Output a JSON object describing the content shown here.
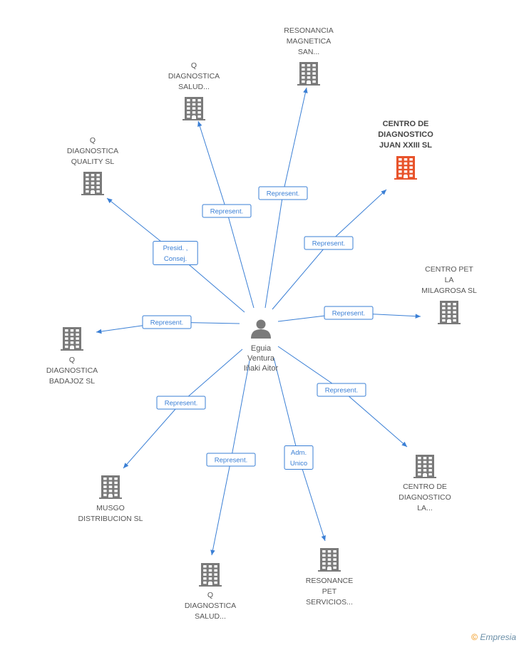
{
  "colors": {
    "edge": "#3a7fd5",
    "building": "#7a7a7a",
    "building_highlight": "#e8532b",
    "person": "#7a7a7a"
  },
  "center": {
    "lines": [
      "Eguia",
      "Ventura",
      "Iñaki Aitor"
    ],
    "icon": "person-icon"
  },
  "nodes": [
    {
      "id": "resonancia_magnetica",
      "lines": [
        "RESONANCIA",
        "MAGNETICA",
        "SAN..."
      ],
      "highlight": false
    },
    {
      "id": "q_diagnostica_salud_top",
      "lines": [
        "Q",
        "DIAGNOSTICA",
        "SALUD..."
      ],
      "highlight": false
    },
    {
      "id": "centro_diagnostico_juan",
      "lines": [
        "CENTRO DE",
        "DIAGNOSTICO",
        "JUAN XXIII SL"
      ],
      "highlight": true
    },
    {
      "id": "q_diagnostica_quality",
      "lines": [
        "Q",
        "DIAGNOSTICA",
        "QUALITY SL"
      ],
      "highlight": false
    },
    {
      "id": "centro_pet_milagrosa",
      "lines": [
        "CENTRO PET",
        "LA",
        "MILAGROSA SL"
      ],
      "highlight": false
    },
    {
      "id": "q_diagnostica_badajoz",
      "lines": [
        "Q",
        "DIAGNOSTICA",
        "BADAJOZ SL"
      ],
      "highlight": false
    },
    {
      "id": "centro_diagnostico_la",
      "lines": [
        "CENTRO DE",
        "DIAGNOSTICO",
        "LA..."
      ],
      "highlight": false
    },
    {
      "id": "musgo_distribucion",
      "lines": [
        "MUSGO",
        "DISTRIBUCION SL"
      ],
      "highlight": false
    },
    {
      "id": "resonance_pet",
      "lines": [
        "RESONANCE",
        "PET",
        "SERVICIOS..."
      ],
      "highlight": false
    },
    {
      "id": "q_diagnostica_salud_bottom",
      "lines": [
        "Q",
        "DIAGNOSTICA",
        "SALUD..."
      ],
      "highlight": false
    }
  ],
  "edges": [
    {
      "target": "resonancia_magnetica",
      "label": [
        "Represent."
      ]
    },
    {
      "target": "q_diagnostica_salud_top",
      "label": [
        "Represent."
      ]
    },
    {
      "target": "centro_diagnostico_juan",
      "label": [
        "Represent."
      ]
    },
    {
      "target": "q_diagnostica_quality",
      "label": [
        "Presid. ,",
        "Consej."
      ]
    },
    {
      "target": "centro_pet_milagrosa",
      "label": [
        "Represent."
      ]
    },
    {
      "target": "q_diagnostica_badajoz",
      "label": [
        "Represent."
      ]
    },
    {
      "target": "centro_diagnostico_la",
      "label": [
        "Represent."
      ]
    },
    {
      "target": "musgo_distribucion",
      "label": [
        "Represent."
      ]
    },
    {
      "target": "resonance_pet",
      "label": [
        "Adm.",
        "Unico"
      ]
    },
    {
      "target": "q_diagnostica_salud_bottom",
      "label": [
        "Represent."
      ]
    }
  ],
  "brand": {
    "copyright": "©",
    "name": "Empresia"
  }
}
